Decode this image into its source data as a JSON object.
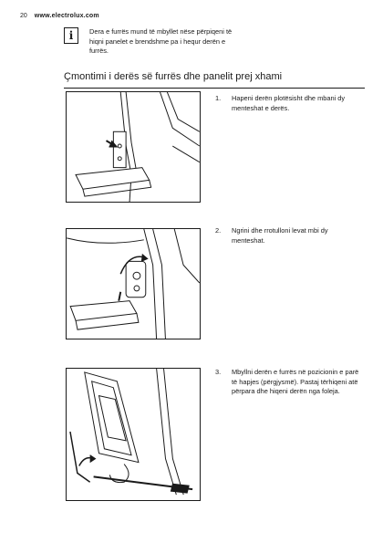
{
  "header": {
    "page_number": "20",
    "site": "www.electrolux.com"
  },
  "warning": {
    "icon": "info-icon",
    "text": "Dera e furrës mund të mbyllet nëse përpiqeni të hiqni panelet e brendshme pa i hequr derën e furrës."
  },
  "section": {
    "title": "Çmontimi i derës së furrës dhe panelit prej xhami"
  },
  "steps": [
    {
      "number": "1.",
      "text": "Hapeni derën plotësisht dhe mbani dy menteshat e derës."
    },
    {
      "number": "2.",
      "text": "Ngrini dhe rrotulloni levat mbi dy menteshat."
    },
    {
      "number": "3.",
      "text": "Mbyllni derën e furrës në pozicionin e parë të hapjes (përgjysmë). Pastaj tërhiqeni atë përpara dhe hiqeni derën nga foleja."
    }
  ],
  "illustrations": [
    {
      "name": "hinge-hold-illustration"
    },
    {
      "name": "lever-rotate-illustration"
    },
    {
      "name": "door-remove-illustration"
    }
  ]
}
